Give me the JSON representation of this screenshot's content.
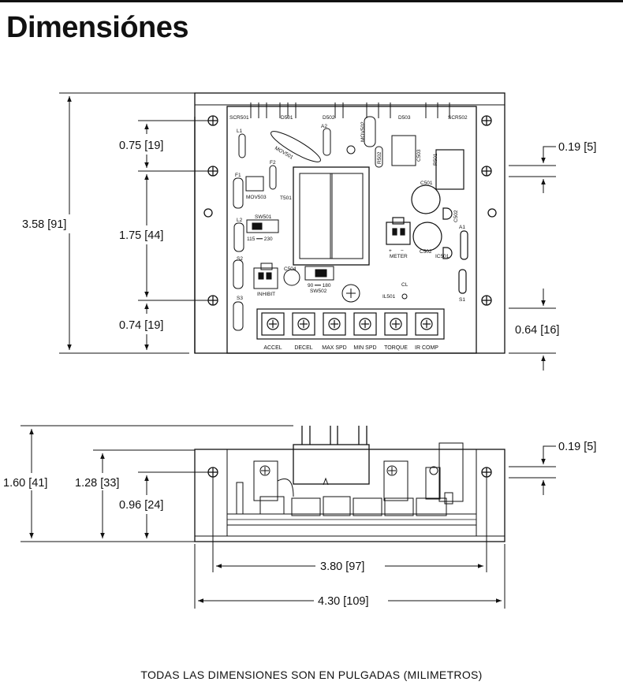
{
  "title": "Dimensiónes",
  "footer": "TODAS LAS DIMENSIONES SON EN PULGADAS (MILIMETROS)",
  "top_view": {
    "dims": {
      "overall_height": "3.58 [91]",
      "top_hole_offset": "0.75 [19]",
      "hole_spacing": "1.75 [44]",
      "bottom_hole_offset": "0.74 [19]",
      "slot_width": "0.19 [5]",
      "bottom_right_offset": "0.64 [16]"
    },
    "labels": {
      "scr501": "SCR501",
      "d501": "D501",
      "d502": "D502",
      "d503": "D503",
      "scr502": "SCR502",
      "a2": "A2",
      "mov502": "MOV502",
      "mov501": "MOV501",
      "l1": "L1",
      "f2": "F2",
      "f1": "F1",
      "mov503": "MOV503",
      "t501": "T501",
      "r502": "R502",
      "c503": "C503",
      "r501": "R501",
      "c501": "C501",
      "c502_side": "C502",
      "a1": "A1",
      "l2": "L2",
      "sw501": "SW501",
      "sw501_range": "115 ━━ 230",
      "s2": "S2",
      "inhibit": "INHIBIT",
      "c504": "C504",
      "sw502_range": "90 ━━ 180",
      "sw502": "SW502",
      "s3": "S3",
      "meter_plus": "+",
      "meter_minus": "−",
      "meter": "METER",
      "c502": "C502",
      "ic501": "IC501",
      "cl": "CL",
      "il501": "IL501",
      "s1": "S1"
    },
    "pots": [
      "ACCEL",
      "DECEL",
      "MAX SPD",
      "MIN SPD",
      "TORQUE",
      "IR COMP"
    ]
  },
  "side_view": {
    "dims": {
      "overall_height": "1.60 [41]",
      "mid_height": "1.28 [33]",
      "low_height": "0.96 [24]",
      "slot_width": "0.19 [5]",
      "hole_span": "3.80 [97]",
      "overall_width": "4.30 [109]"
    }
  }
}
